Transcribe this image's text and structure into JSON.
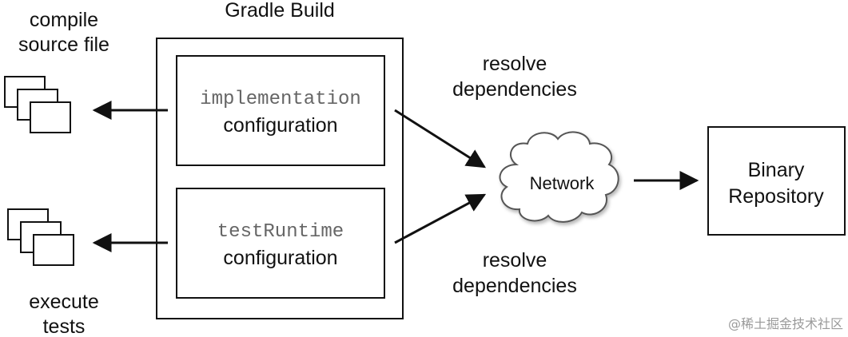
{
  "gradle_build": {
    "title": "Gradle Build",
    "config_top": {
      "name": "implementation",
      "kind": "configuration"
    },
    "config_bottom": {
      "name": "testRuntime",
      "kind": "configuration"
    }
  },
  "left": {
    "compile": [
      "compile",
      "source file"
    ],
    "execute": [
      "execute",
      "tests"
    ]
  },
  "resolve_top": [
    "resolve",
    "dependencies"
  ],
  "resolve_bottom": [
    "resolve",
    "dependencies"
  ],
  "network": {
    "label": "Network"
  },
  "repository": {
    "label": [
      "Binary",
      "Repository"
    ]
  },
  "watermark": "@稀土掘金技术社区"
}
